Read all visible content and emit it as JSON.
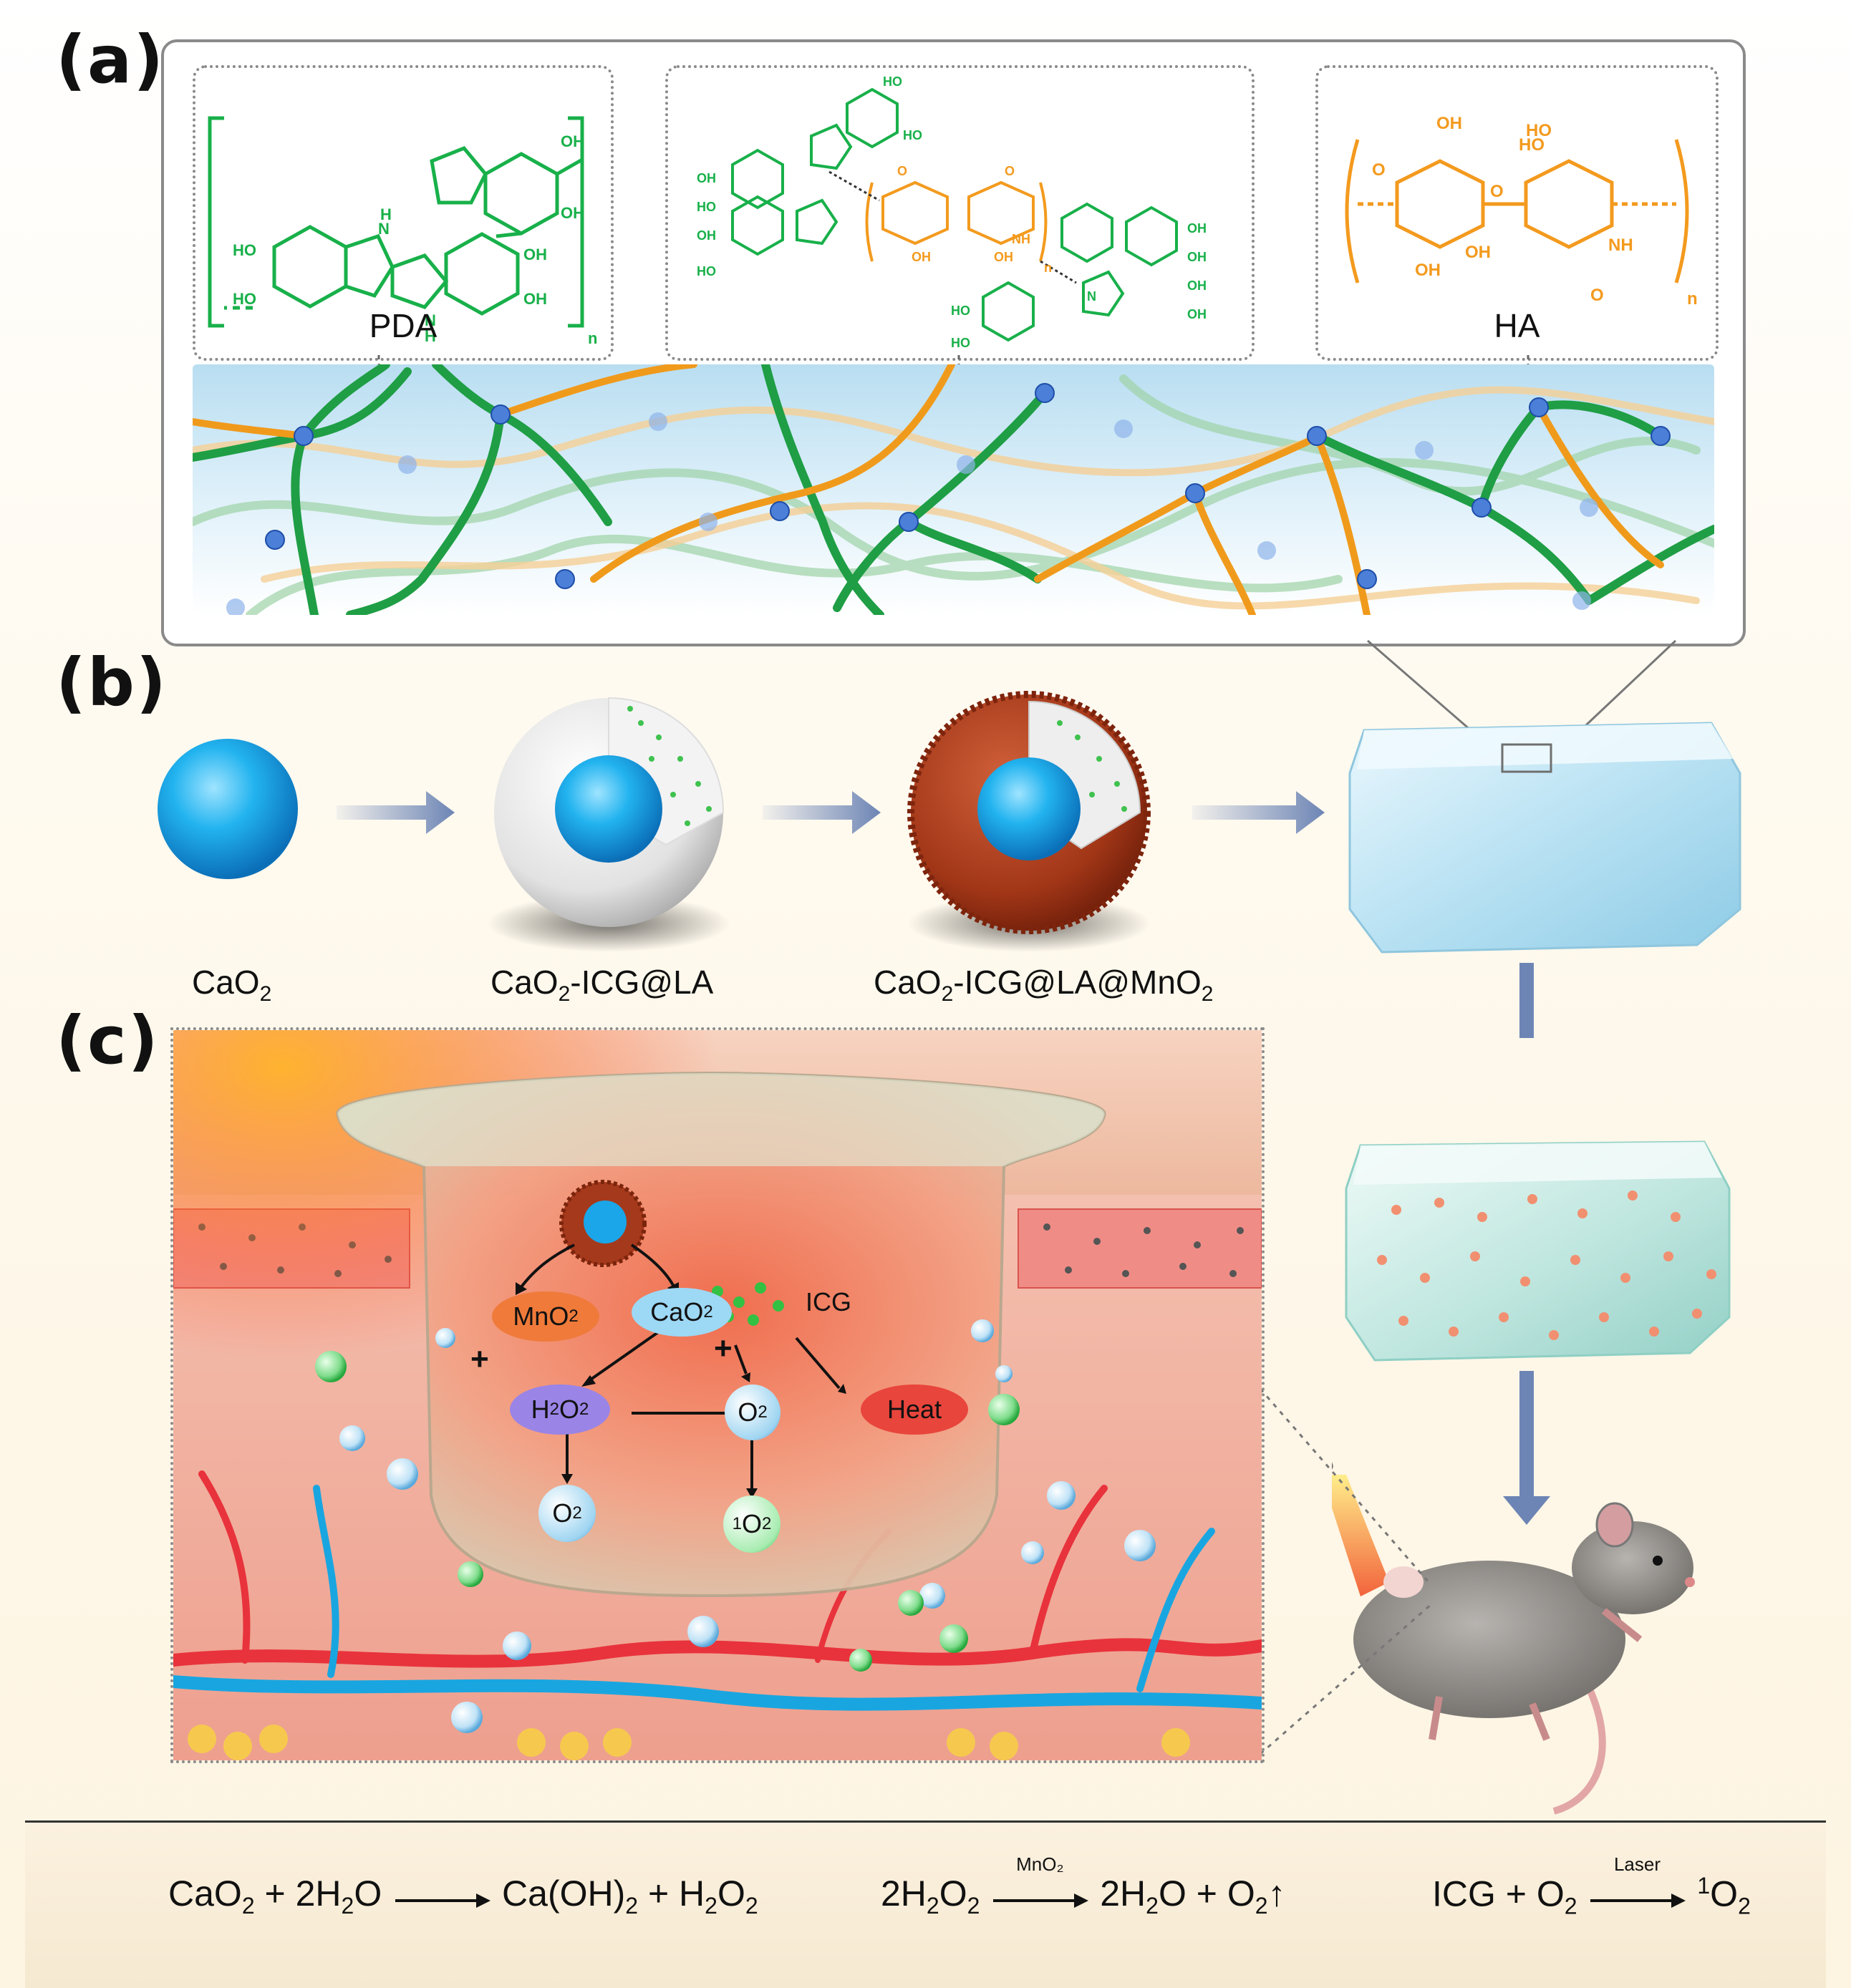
{
  "panel_labels": {
    "a": "(a)",
    "b": "(b)",
    "c": "(c)"
  },
  "panel_a": {
    "pda_name": "PDA",
    "ha_name": "HA",
    "pda_groups": [
      "OH",
      "OH",
      "OH",
      "OH",
      "HO",
      "HO",
      "N",
      "H",
      "N",
      "H",
      "n"
    ],
    "mid_groups": [
      "HO",
      "HO",
      "OH",
      "OH",
      "HO",
      "HO",
      "O",
      "OH",
      "OH",
      "NH",
      "O",
      "n",
      "N",
      "OH",
      "OH",
      "OH",
      "OH",
      "HO",
      "HO"
    ],
    "ha_groups": [
      "OH",
      "HO",
      "O",
      "HO",
      "O",
      "OH",
      "OH",
      "NH",
      "O",
      "n"
    ]
  },
  "panel_b": {
    "sphere1": {
      "base": "CaO",
      "sub": "2",
      "rest": ""
    },
    "sphere2": {
      "base": "CaO",
      "sub": "2",
      "rest": "-ICG@LA"
    },
    "sphere3": {
      "base": "CaO",
      "sub": "2",
      "rest": "-ICG@LA@MnO",
      "sub2": "2"
    }
  },
  "panel_c": {
    "mno2": {
      "base": "MnO",
      "sub": "2"
    },
    "cao2": {
      "base": "CaO",
      "sub": "2"
    },
    "icg": "ICG",
    "h2o2": {
      "p1": "H",
      "s1": "2",
      "p2": "O",
      "s2": "2"
    },
    "o2_mid": {
      "base": "O",
      "sub": "2"
    },
    "heat": "Heat",
    "o2_bottom": {
      "base": "O",
      "sub": "2"
    },
    "singlet_o2": {
      "sup": "1",
      "base": "O",
      "sub": "2"
    },
    "plus": "+"
  },
  "equations": {
    "eq1": {
      "a": "CaO",
      "a_sub": "2",
      "b": " + 2H",
      "b_sub": "2",
      "c": "O",
      "d": "Ca(OH)",
      "d_sub": "2",
      "e": " + H",
      "e_sub": "2",
      "f": "O",
      "f_sub": "2"
    },
    "eq2": {
      "a": "2H",
      "a_sub": "2",
      "b": "O",
      "b_sub": "2",
      "cond": "MnO₂",
      "c": "2H",
      "c_sub": "2",
      "d": "O + O",
      "d_sub": "2",
      "up": "↑"
    },
    "eq3": {
      "a": "ICG + O",
      "a_sub": "2",
      "cond": "Laser",
      "b_sup": "1",
      "b": "O",
      "b_sub": "2"
    }
  },
  "colors": {
    "pda": "#18b04a",
    "ha": "#f39a1e",
    "sphere_blue": "#1aa6e8",
    "arrow": "#6d85b5",
    "heat": "#e8453c"
  }
}
